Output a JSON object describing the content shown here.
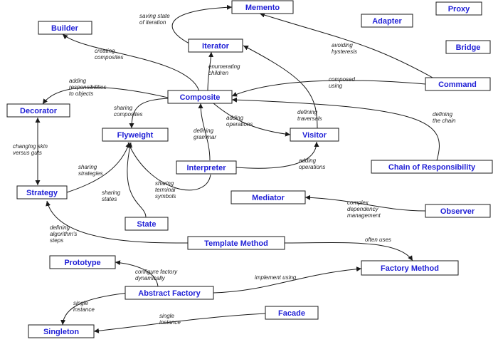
{
  "patterns": {
    "memento": "Memento",
    "adapter": "Adapter",
    "proxy": "Proxy",
    "builder": "Builder",
    "iterator": "Iterator",
    "bridge": "Bridge",
    "command": "Command",
    "composite": "Composite",
    "decorator": "Decorator",
    "flyweight": "Flyweight",
    "visitor": "Visitor",
    "interpreter": "Interpreter",
    "chain": "Chain of Responsibility",
    "strategy": "Strategy",
    "mediator": "Mediator",
    "observer": "Observer",
    "state": "State",
    "template": "Template Method",
    "prototype": "Prototype",
    "factory_method": "Factory Method",
    "abstract_factory": "Abstract Factory",
    "facade": "Facade",
    "singleton": "Singleton"
  },
  "relations": {
    "iterator_memento": [
      "saving state",
      "of iteration"
    ],
    "composite_builder": [
      "creating",
      "composites"
    ],
    "composite_iterator": [
      "enumerating",
      "children"
    ],
    "command_memento": [
      "avoiding",
      "hysteresis"
    ],
    "command_composite": [
      "composed",
      "using"
    ],
    "composite_decorator": [
      "adding",
      "responsibilities",
      "to objects"
    ],
    "composite_flyweight": [
      "sharing",
      "composites"
    ],
    "composite_visitor": [
      "adding",
      "operations"
    ],
    "visitor_iterator": [
      "defining",
      "traversals"
    ],
    "chain_composite": [
      "defining",
      "the chain"
    ],
    "interpreter_composite": [
      "defining",
      "grammar"
    ],
    "interpreter_visitor": [
      "adding",
      "operations"
    ],
    "interpreter_flyweight": [
      "sharing",
      "terminal",
      "symbols"
    ],
    "decorator_strategy": [
      "changing skin",
      "versus guts"
    ],
    "strategy_flyweight": [
      "sharing",
      "strategies"
    ],
    "state_flyweight": [
      "sharing",
      "states"
    ],
    "observer_mediator": [
      "complex",
      "dependency",
      "management"
    ],
    "template_strategy": [
      "defining",
      "algorithm's",
      "steps"
    ],
    "template_factory": [
      "often uses"
    ],
    "abstract_prototype": [
      "configure factory",
      "dynamically"
    ],
    "abstract_factory_method": [
      "implement using"
    ],
    "abstract_singleton": [
      "single",
      "instance"
    ],
    "facade_singleton": [
      "single",
      "instance"
    ]
  },
  "colors": {
    "box_text": "#1f1fd6",
    "lines": "#1a1a1a",
    "label_text": "#222222"
  }
}
